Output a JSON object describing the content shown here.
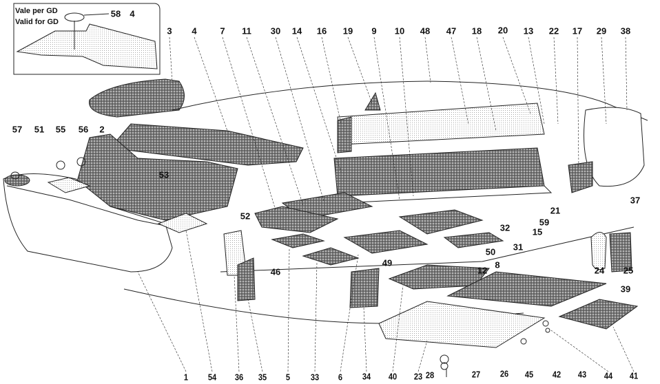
{
  "diagram": {
    "title": "Floor mats and insulation parts diagram",
    "inset": {
      "line1": "Vale per GD",
      "line2": "Valid for GD",
      "callouts": [
        "58",
        "4"
      ]
    },
    "top_callouts": [
      "3",
      "4",
      "7",
      "11",
      "30",
      "14",
      "16",
      "19",
      "9",
      "10",
      "48",
      "47",
      "18",
      "20",
      "13",
      "22",
      "17",
      "29",
      "38"
    ],
    "left_callouts": [
      "57",
      "51",
      "55",
      "56",
      "2",
      "53",
      "52"
    ],
    "right_callouts": [
      "59",
      "21",
      "37",
      "15",
      "32",
      "31",
      "50",
      "12",
      "8",
      "49",
      "46",
      "24",
      "25",
      "39"
    ],
    "bottom_callouts": [
      "1",
      "54",
      "36",
      "35",
      "5",
      "33",
      "6",
      "34",
      "40",
      "23",
      "28",
      "27",
      "26",
      "45",
      "42",
      "43",
      "44",
      "41"
    ]
  }
}
